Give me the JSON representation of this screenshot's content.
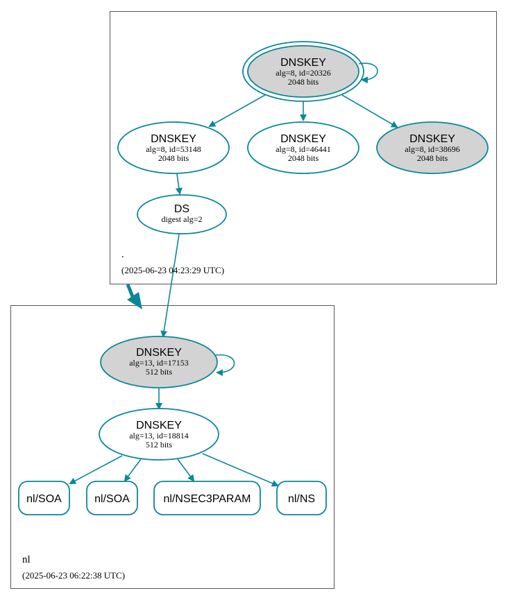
{
  "colors": {
    "accent": "#0a879a",
    "node_fill_gray": "#d3d3d3",
    "node_fill_white": "#ffffff"
  },
  "zones": {
    "root": {
      "name": ".",
      "timestamp": "(2025-06-23 04:23:29 UTC)"
    },
    "nl": {
      "name": "nl",
      "timestamp": "(2025-06-23 06:22:38 UTC)"
    }
  },
  "nodes": {
    "root_ksk": {
      "title": "DNSKEY",
      "line1": "alg=8, id=20326",
      "line2": "2048 bits"
    },
    "root_k1": {
      "title": "DNSKEY",
      "line1": "alg=8, id=53148",
      "line2": "2048 bits"
    },
    "root_k2": {
      "title": "DNSKEY",
      "line1": "alg=8, id=46441",
      "line2": "2048 bits"
    },
    "root_k3": {
      "title": "DNSKEY",
      "line1": "alg=8, id=38696",
      "line2": "2048 bits"
    },
    "nl_ds": {
      "title": "DS",
      "line1": "digest alg=2"
    },
    "nl_ksk": {
      "title": "DNSKEY",
      "line1": "alg=13, id=17153",
      "line2": "512 bits"
    },
    "nl_zsk": {
      "title": "DNSKEY",
      "line1": "alg=13, id=18814",
      "line2": "512 bits"
    },
    "rr1": {
      "label": "nl/SOA"
    },
    "rr2": {
      "label": "nl/SOA"
    },
    "rr3": {
      "label": "nl/NSEC3PARAM"
    },
    "rr4": {
      "label": "nl/NS"
    }
  }
}
